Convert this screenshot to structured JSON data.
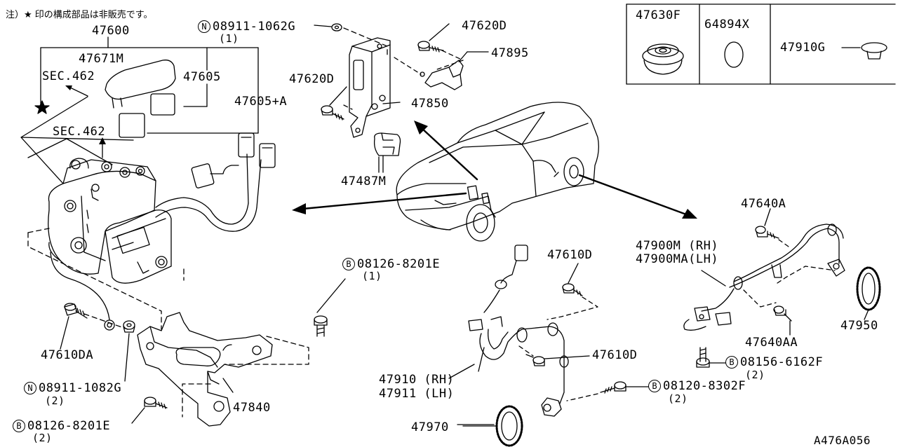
{
  "note": "注）★ 印の構成部品は非販売です。",
  "diagram_code": "A476A056",
  "inset_parts": [
    "47630F",
    "64894X",
    "47910G"
  ],
  "parts": {
    "p47600": "47600",
    "p47671M": "47671M",
    "sec462_a": "SEC.462",
    "sec462_b": "SEC.462",
    "p47605": "47605",
    "p47605A": "47605+A",
    "p47610DA": "47610DA",
    "p47840": "47840",
    "p47620D_top": "47620D",
    "p47895": "47895",
    "p47620D_left": "47620D",
    "p47850": "47850",
    "p47487M": "47487M",
    "p47610D_a": "47610D",
    "p47610D_b": "47610D",
    "p47910": "47910 (RH)",
    "p47911": "47911 (LH)",
    "p47970": "47970",
    "p47640A": "47640A",
    "p47900M": "47900M (RH)",
    "p47900MA": "47900MA(LH)",
    "p47640AA": "47640AA",
    "p47950": "47950"
  },
  "fasteners": {
    "n08911_1062G": {
      "prefix": "N",
      "code": "08911-1062G",
      "qty": "(1)"
    },
    "n08911_1082G": {
      "prefix": "N",
      "code": "08911-1082G",
      "qty": "(2)"
    },
    "b08126_8201E_a": {
      "prefix": "B",
      "code": "08126-8201E",
      "qty": "(1)"
    },
    "b08126_8201E_b": {
      "prefix": "B",
      "code": "08126-8201E",
      "qty": "(2)"
    },
    "b08156_6162F": {
      "prefix": "B",
      "code": "08156-6162F",
      "qty": "(2)"
    },
    "b08120_8302F": {
      "prefix": "B",
      "code": "08120-8302F",
      "qty": "(2)"
    }
  }
}
